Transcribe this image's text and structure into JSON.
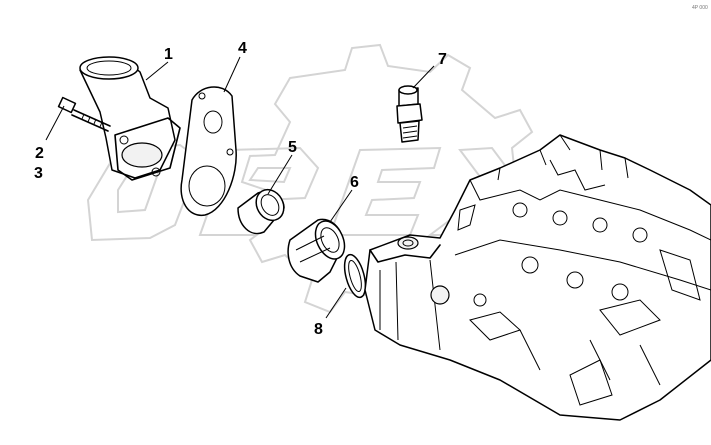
{
  "watermark": {
    "text": "OPEX",
    "color": "#d4d4d4"
  },
  "diagram_code": "4P 000",
  "callouts": [
    {
      "id": "c1",
      "label": "1"
    },
    {
      "id": "c2",
      "label": "2"
    },
    {
      "id": "c3",
      "label": "3"
    },
    {
      "id": "c4",
      "label": "4"
    },
    {
      "id": "c5",
      "label": "5"
    },
    {
      "id": "c6",
      "label": "6"
    },
    {
      "id": "c7",
      "label": "7"
    },
    {
      "id": "c8",
      "label": "8"
    }
  ],
  "colors": {
    "line": "#000000",
    "background": "#ffffff"
  }
}
